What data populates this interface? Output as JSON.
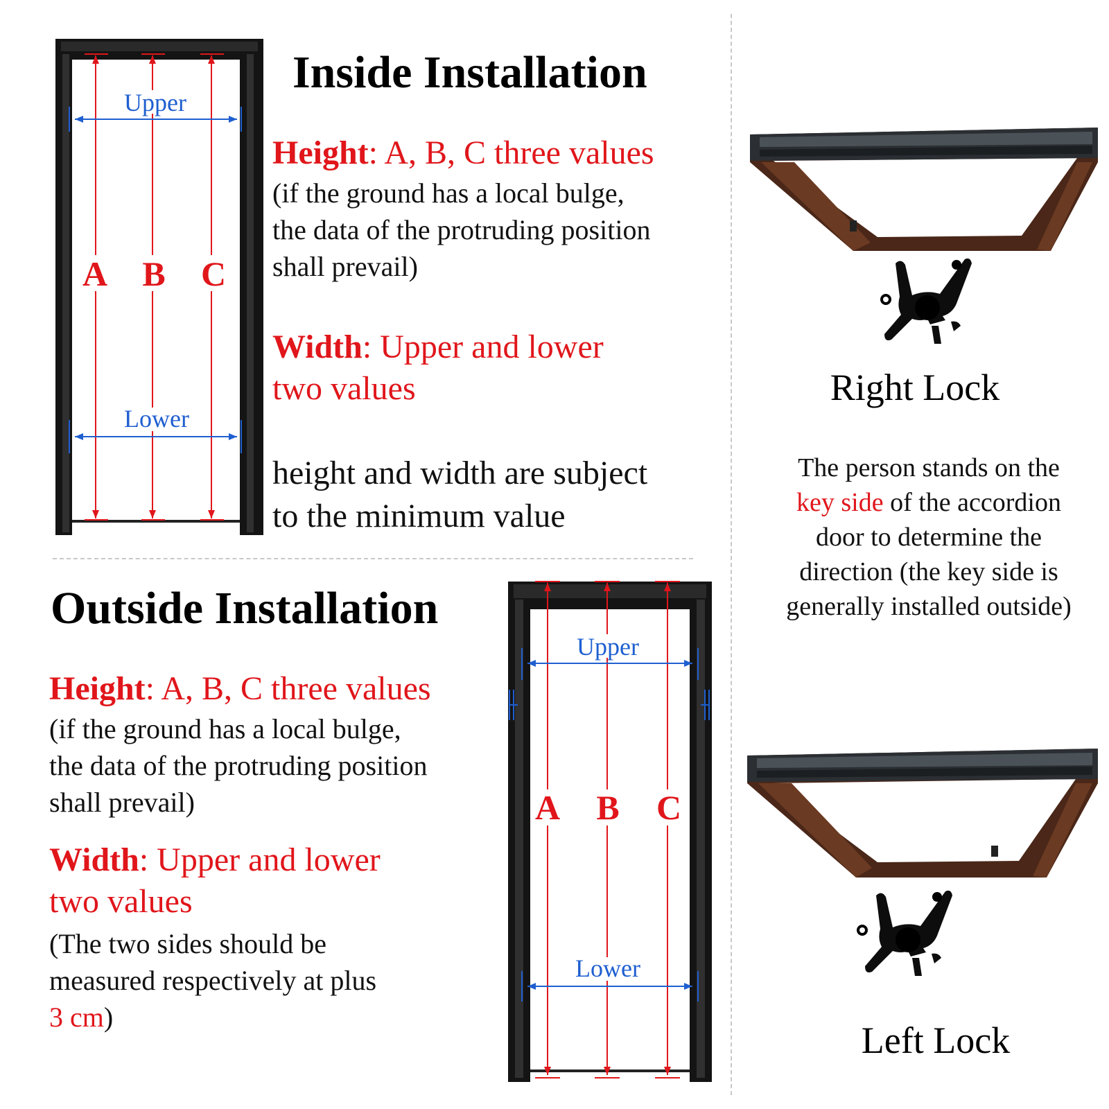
{
  "inside": {
    "title": "Inside Installation",
    "height_label": "Height",
    "height_value": ": A, B, C three values",
    "height_note": [
      "(if the ground has a local bulge,",
      "the data of the protruding position",
      "shall prevail)"
    ],
    "width_label": "Width",
    "width_value": ": Upper and lower",
    "width_value2": "two values",
    "minimum_note": [
      "height and width are subject",
      "to the minimum value"
    ],
    "diagram": {
      "upper": "Upper",
      "lower": "Lower",
      "a": "A",
      "b": "B",
      "c": "C"
    }
  },
  "outside": {
    "title": "Outside Installation",
    "height_label": "Height",
    "height_value": ": A, B, C three values",
    "height_note": [
      "(if the ground has a local bulge,",
      "the data of the protruding position",
      "shall prevail)"
    ],
    "width_label": "Width",
    "width_value": ": Upper and lower",
    "width_value2": "two values",
    "sides_note": [
      "(The two sides should be",
      "measured respectively at plus"
    ],
    "sides_note_red": "3 cm",
    "sides_note_end": ")",
    "diagram": {
      "upper": "Upper",
      "lower": "Lower",
      "a": "A",
      "b": "B",
      "c": "C"
    }
  },
  "right_lock": {
    "caption": "Right Lock"
  },
  "left_lock": {
    "caption": "Left Lock"
  },
  "direction_note": {
    "line1": "The person stands on the",
    "line2_red": "key side",
    "line2_rest": " of the accordion",
    "line3": "door to determine the",
    "line4": "direction (the key side is",
    "line5": "generally installed outside)"
  },
  "colors": {
    "red": "#e0161b",
    "blue": "#1f5fd0",
    "frame": "#141414",
    "wood": "#5a2f1c"
  },
  "icons": [
    "door-frame-icon",
    "person-top-view-icon"
  ]
}
